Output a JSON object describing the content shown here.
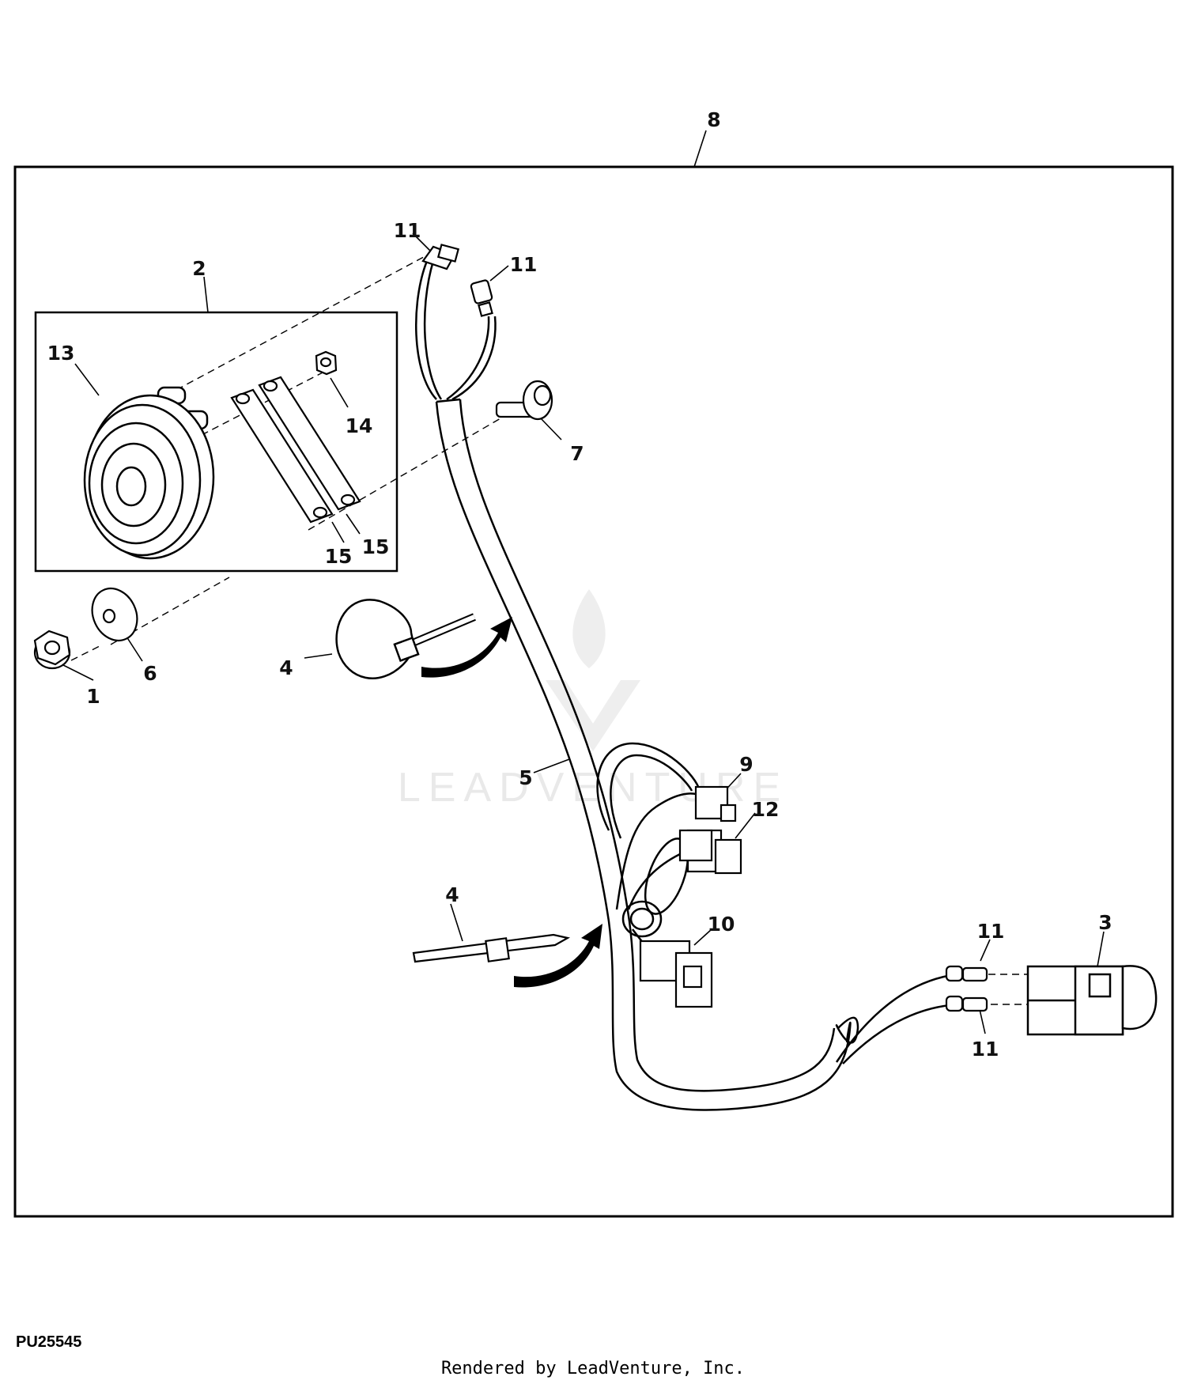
{
  "figure_id": "PU25545",
  "credit": "Rendered by LeadVenture, Inc.",
  "watermark": "LEADVENTURE",
  "callouts": {
    "c1": "1",
    "c2": "2",
    "c3": "3",
    "c4a": "4",
    "c4b": "4",
    "c5": "5",
    "c6": "6",
    "c7": "7",
    "c8": "8",
    "c9": "9",
    "c10": "10",
    "c11a": "11",
    "c11b": "11",
    "c11c": "11",
    "c11d": "11",
    "c12": "12",
    "c13": "13",
    "c14": "14",
    "c15a": "15",
    "c15b": "15"
  }
}
